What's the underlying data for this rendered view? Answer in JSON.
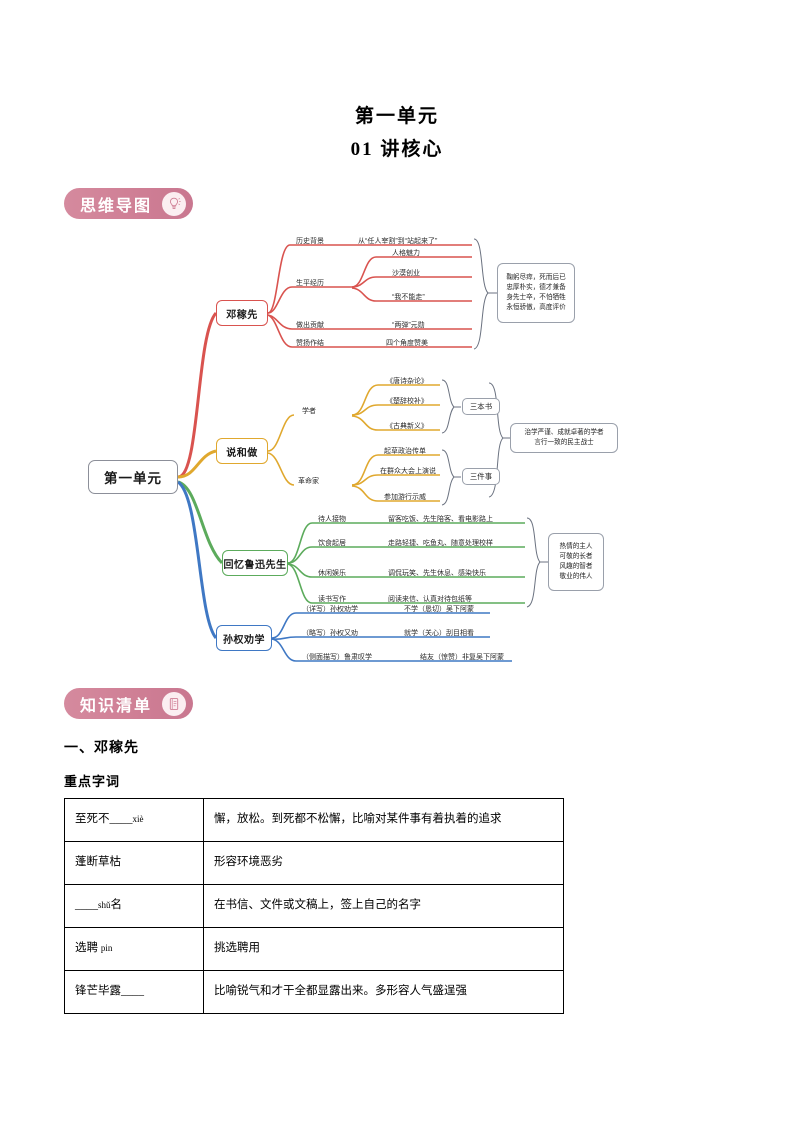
{
  "document": {
    "title_main": "第一单元",
    "title_sub": "01 讲核心"
  },
  "sections": {
    "mindmap_badge": {
      "label": "思维导图",
      "icon": "lightbulb-icon",
      "color": "#cf7f95"
    },
    "knowledge_badge": {
      "label": "知识清单",
      "icon": "notebook-icon",
      "color": "#cf7f95"
    }
  },
  "mindmap": {
    "root": "第一单元",
    "root_color": "#8c8f99",
    "branches": [
      {
        "label": "邓稼先",
        "color": "#d9534f",
        "subs": [
          {
            "label": "历史背景",
            "leaves": [
              "从“任人宰割”到“站起来了”"
            ]
          },
          {
            "label": "生平经历",
            "leaves": [
              "人格魅力",
              "沙漠创业",
              "“我不能走”"
            ]
          },
          {
            "label": "做出贡献",
            "leaves": [
              "“两弹”元勋"
            ]
          },
          {
            "label": "赞扬作结",
            "leaves": [
              "四个角度赞美"
            ]
          }
        ],
        "summary": [
          "鞠躬尽瘁，死而后已",
          "忠厚朴实，德才兼备",
          "身先士卒，不怕牺牲",
          "永恒骄傲，高度评价"
        ]
      },
      {
        "label": "说和做",
        "color": "#e0a82e",
        "subs": [
          {
            "label": "学者",
            "leaves": [
              "《唐诗杂论》",
              "《楚辞校补》",
              "《古典新义》"
            ],
            "tag": "三本书"
          },
          {
            "label": "革命家",
            "leaves": [
              "起草政治传单",
              "在群众大会上演说",
              "参加游行示威"
            ],
            "tag": "三件事"
          }
        ],
        "summary": [
          "治学严谨、成就卓著的学者",
          "言行一致的民主战士"
        ]
      },
      {
        "label": "回忆鲁迅先生",
        "color": "#5cab5c",
        "subs": [
          {
            "label": "待人接物",
            "leaves": [
              "留客吃饭、先生陪客、看电影路上"
            ]
          },
          {
            "label": "饮食起居",
            "leaves": [
              "走路轻捷、吃鱼丸、随意处理校样"
            ]
          },
          {
            "label": "休闲娱乐",
            "leaves": [
              "调侃玩笑、先生休息、感染快乐"
            ]
          },
          {
            "label": "读书写作",
            "leaves": [
              "阅读来信、认真对待包纸等"
            ]
          }
        ],
        "summary": [
          "热情的主人",
          "可敬的长者",
          "风趣的智者",
          "敬业的伟人"
        ]
      },
      {
        "label": "孙权劝学",
        "color": "#3f78c4",
        "subs": [
          {
            "label": "（详写）孙权劝学",
            "leaves": [
              "不学（恳切）吴下阿蒙"
            ]
          },
          {
            "label": "（略写）孙权又劝",
            "leaves": [
              "就学（关心）刮目相看"
            ]
          },
          {
            "label": "（侧面描写）鲁肃叹学",
            "leaves": [
              "结友（惊赞）非复吴下阿蒙"
            ]
          }
        ],
        "summary": []
      }
    ]
  },
  "knowledge": {
    "heading": "一、邓稼先",
    "subheading": "重点字词",
    "table": {
      "rows": [
        {
          "term": "至死不____",
          "pinyin": "xiè",
          "definition": "懈，放松。到死都不松懈，比喻对某件事有着执着的追求"
        },
        {
          "term": "蓬断草枯",
          "pinyin": "",
          "definition": "形容环境恶劣"
        },
        {
          "term": "____",
          "pinyin": "shǔ",
          "term_tail": "名",
          "definition": "在书信、文件或文稿上，签上自己的名字"
        },
        {
          "term": "选聘",
          "pinyin": "pin",
          "definition": "挑选聘用"
        },
        {
          "term": "锋芒毕露____",
          "pinyin": "",
          "definition": "比喻锐气和才干全都显露出来。多形容人气盛逞强"
        }
      ]
    }
  }
}
